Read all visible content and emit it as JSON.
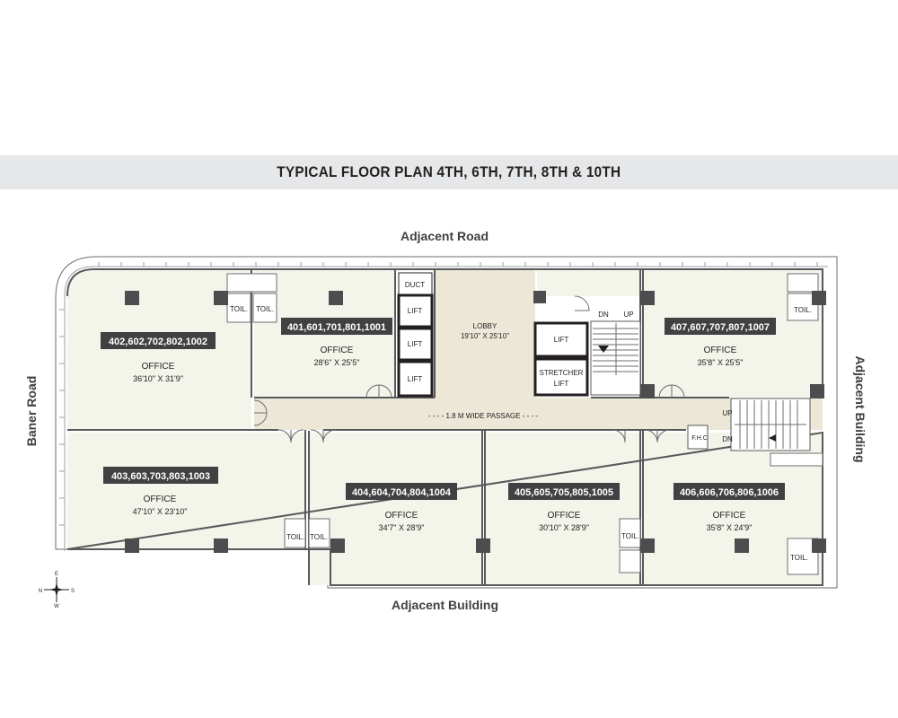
{
  "plan": {
    "title": "TYPICAL FLOOR PLAN  4TH, 6TH, 7TH, 8TH & 10TH"
  },
  "roads": {
    "top": "Adjacent Road",
    "left": "Baner Road",
    "right": "Adjacent Building",
    "bottom": "Adjacent Building"
  },
  "offices": [
    {
      "units": "402,602,702,802,1002",
      "type": "OFFICE",
      "size": "36'10\" X 31'9\""
    },
    {
      "units": "401,601,701,801,1001",
      "type": "OFFICE",
      "size": "28'6\" X 25'5\""
    },
    {
      "units": "407,607,707,807,1007",
      "type": "OFFICE",
      "size": "35'8\" X 25'5\""
    },
    {
      "units": "403,603,703,803,1003",
      "type": "OFFICE",
      "size": "47'10\" X 23'10\""
    },
    {
      "units": "404,604,704,804,1004",
      "type": "OFFICE",
      "size": "34'7\" X 28'9\""
    },
    {
      "units": "405,605,705,805,1005",
      "type": "OFFICE",
      "size": "30'10\" X 28'9\""
    },
    {
      "units": "406,606,706,806,1006",
      "type": "OFFICE",
      "size": "35'8\" X 24'9\""
    }
  ],
  "core": {
    "duct": "DUCT",
    "lift": "LIFT",
    "lobby": "LOBBY",
    "lobby_size": "19'10\" X 25'10\"",
    "stretcher_line1": "STRETCHER",
    "stretcher_line2": "LIFT",
    "dn": "DN",
    "up": "UP",
    "fhc": "F.H.C",
    "passage": "- - - - 1.8 M WIDE PASSAGE - - - -"
  },
  "toilet": "TOIL.",
  "compass": {
    "n": "N",
    "s": "S",
    "e": "E",
    "w": "W"
  },
  "colors": {
    "floor": "#f3f4ea",
    "passage": "#ece7d6",
    "label_bg": "#414042",
    "column": "#4d4d4f",
    "wall": "#58595b",
    "title_band": "#e6e7e8"
  }
}
